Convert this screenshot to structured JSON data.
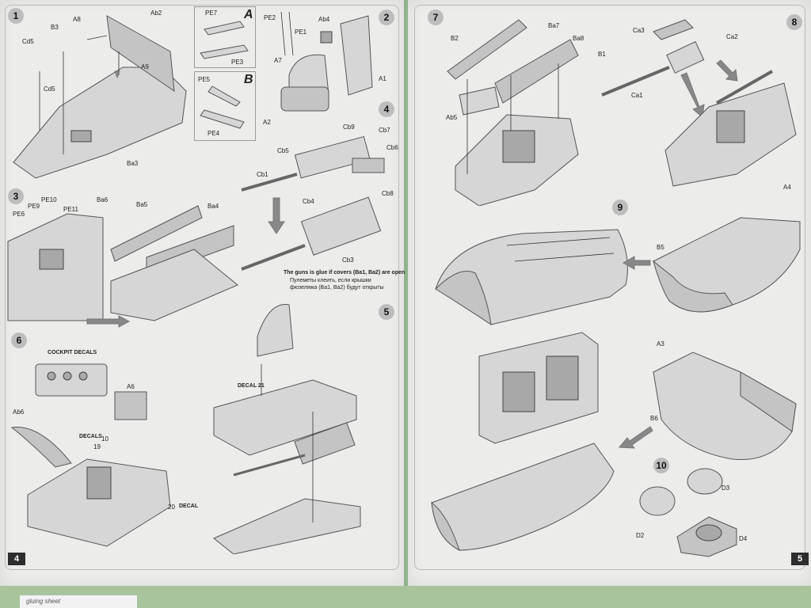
{
  "left_page": {
    "page_number": "4",
    "steps": [
      "1",
      "2",
      "3",
      "4",
      "5",
      "6"
    ],
    "labels": [
      "Ab2",
      "A8",
      "B3",
      "Cd5",
      "Cd5",
      "A9",
      "Ba3",
      "PE7",
      "PE3",
      "PE5",
      "PE4",
      "PE2",
      "PE1",
      "Ab4",
      "A7",
      "A2",
      "A1",
      "Cb9",
      "Cb7",
      "Cb5",
      "Cb6",
      "Cb1",
      "Cb8",
      "Cb4",
      "Cb3",
      "PE10",
      "PE9",
      "PE11",
      "PE6",
      "Ba6",
      "Ba5",
      "Ba4",
      "A6",
      "Ab6"
    ],
    "variant_a": "A",
    "variant_b": "B",
    "gun_note_en": "The guns is glue if covers (Ba1, Ba2) are open",
    "gun_note_ru": "Пулеметы клеить, если крышки фюзеляжа (Ba1, Ba2) будут открыты",
    "cockpit_decals": "COCKPIT DECALS",
    "decals": "DECALS",
    "decal_21": "DECAL 21",
    "decal_20": "DECAL",
    "num_20": "20",
    "num_10": "10",
    "num_19": "19"
  },
  "right_page": {
    "page_number": "5",
    "steps": [
      "7",
      "8",
      "9",
      "10"
    ],
    "labels": [
      "B2",
      "Ba7",
      "Ba8",
      "B1",
      "Ab5",
      "Ca3",
      "Ca2",
      "Ca1",
      "A4",
      "B5",
      "A3",
      "B6",
      "D3",
      "D2",
      "D4"
    ]
  },
  "bottom_paper_text": "gluing sheet"
}
